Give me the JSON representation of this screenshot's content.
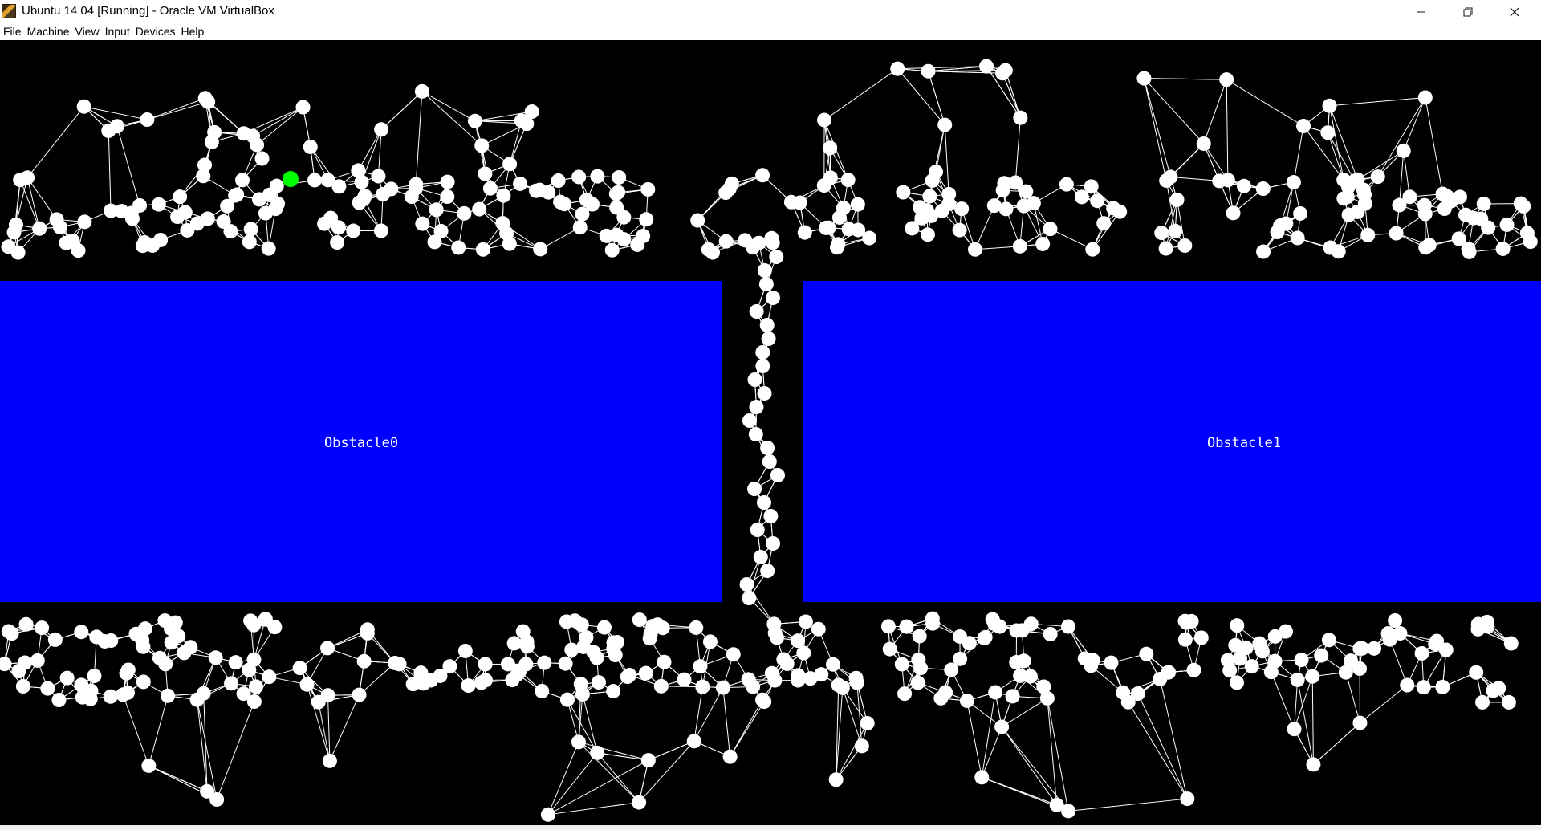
{
  "window": {
    "title": "Ubuntu 14.04 [Running] - Oracle VM VirtualBox",
    "controls": {
      "minimize_icon": "minimize-icon",
      "maximize_icon": "restore-icon",
      "close_icon": "close-icon"
    }
  },
  "menubar": {
    "items": [
      "File",
      "Machine",
      "View",
      "Input",
      "Devices",
      "Help"
    ]
  },
  "scene": {
    "background": "#000000",
    "node_color": "#ffffff",
    "edge_color": "#ffffff",
    "start_node_color": "#00ff00",
    "obstacles": [
      {
        "label": "Obstacle0",
        "color": "#0000ff"
      },
      {
        "label": "Obstacle1",
        "color": "#0000ff"
      }
    ]
  }
}
